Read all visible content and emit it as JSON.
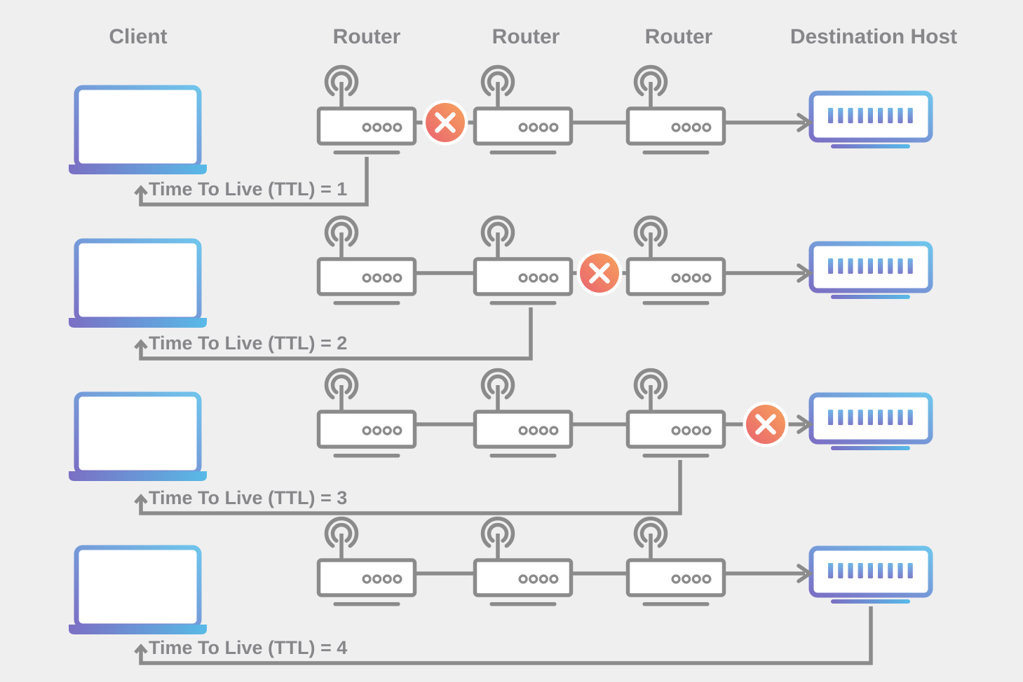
{
  "columns": [
    {
      "label": "Client"
    },
    {
      "label": "Router"
    },
    {
      "label": "Router"
    },
    {
      "label": "Router"
    },
    {
      "label": "Destination Host"
    }
  ],
  "rows": [
    {
      "ttl_label": "Time To Live (TTL) = 1",
      "ttl_value": 1,
      "packet_dropped_after_hop": 1,
      "reply_from": "Router 1"
    },
    {
      "ttl_label": "Time To Live (TTL) = 2",
      "ttl_value": 2,
      "packet_dropped_after_hop": 2,
      "reply_from": "Router 2"
    },
    {
      "ttl_label": "Time To Live (TTL) = 3",
      "ttl_value": 3,
      "packet_dropped_after_hop": 3,
      "reply_from": "Router 3"
    },
    {
      "ttl_label": "Time To Live (TTL) = 4",
      "ttl_value": 4,
      "packet_dropped_after_hop": null,
      "reply_from": "Destination Host"
    }
  ],
  "icons": {
    "client": "laptop-icon",
    "router": "wireless-router-icon",
    "destination": "server-icon",
    "dropped": "x-mark-icon",
    "reply": "arrow-up-icon",
    "forward": "arrow-right-icon"
  },
  "colors": {
    "background": "#EFEFF0",
    "line_gray": "#8B8B8B",
    "text_gray": "#87878A",
    "gradient_purple": "#7B6FC4",
    "gradient_blue": "#6FC5EC",
    "gradient_blue_flat": "#58BAE7",
    "bar_top_blue": "#6FB7E8",
    "bar_bottom_purple": "#7C7AC9",
    "badge_red": "#E96470",
    "badge_orange": "#F7A35B",
    "white": "#FFFFFF"
  }
}
